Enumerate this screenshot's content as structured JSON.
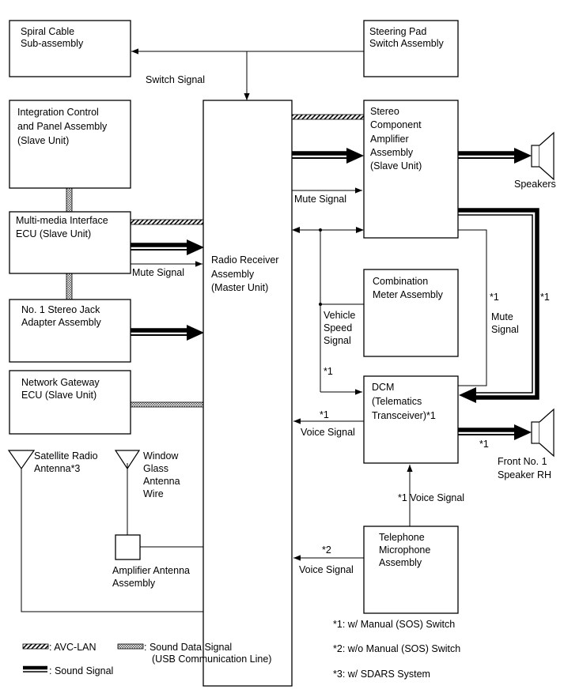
{
  "blocks": {
    "spiral_cable": [
      "Spiral Cable",
      "Sub-assembly"
    ],
    "steering_pad": [
      "Steering Pad",
      "Switch Assembly"
    ],
    "integration_control": [
      "Integration Control",
      "and Panel Assembly",
      "(Slave Unit)"
    ],
    "multimedia_interface": [
      "Multi-media Interface",
      "ECU (Slave Unit)"
    ],
    "stereo_jack": [
      "No. 1 Stereo Jack",
      "Adapter Assembly"
    ],
    "network_gateway": [
      "Network Gateway",
      "ECU (Slave Unit)"
    ],
    "radio_receiver": [
      "Radio Receiver",
      "Assembly",
      "(Master Unit)"
    ],
    "stereo_amp": [
      "Stereo",
      "Component",
      "Amplifier",
      "Assembly",
      "(Slave Unit)"
    ],
    "combination_meter": [
      "Combination",
      "Meter Assembly"
    ],
    "dcm": [
      "DCM",
      "(Telematics",
      "Transceiver)*1"
    ],
    "telephone_mic": [
      "Telephone",
      "Microphone",
      "Assembly"
    ],
    "amplifier_antenna": [
      "Amplifier Antenna",
      "Assembly"
    ]
  },
  "antennas": {
    "satellite": [
      "Satellite Radio",
      "Antenna*3"
    ],
    "window_glass": [
      "Window",
      "Glass",
      "Antenna",
      "Wire"
    ]
  },
  "speakers": {
    "speakers_label": "Speakers",
    "front_rh": [
      "Front No. 1",
      "Speaker RH"
    ]
  },
  "signals": {
    "switch_signal": "Switch Signal",
    "mute_signal_mm": "Mute Signal",
    "mute_signal_amp": "Mute Signal",
    "vehicle_speed": [
      "Vehicle",
      "Speed",
      "Signal"
    ],
    "vehicle_speed_note": "*1",
    "mute_signal_right": [
      "Mute",
      "Signal"
    ],
    "mute_signal_right_note": "*1",
    "thick_line_note": "*1",
    "voice_signal_dcm": "Voice Signal",
    "voice_signal_dcm_note": "*1",
    "front_speaker_note": "*1",
    "voice_signal_mic_dcm": "*1  Voice Signal",
    "voice_signal_mic_radio": "Voice Signal",
    "voice_signal_mic_radio_note": "*2"
  },
  "legend": {
    "avc_lan": ": AVC-LAN",
    "sound_data": [
      ": Sound Data Signal",
      "(USB Communication Line)"
    ],
    "sound_signal": ": Sound Signal"
  },
  "notes": [
    "*1: w/ Manual (SOS) Switch",
    "*2: w/o Manual (SOS) Switch",
    "*3: w/ SDARS System"
  ]
}
